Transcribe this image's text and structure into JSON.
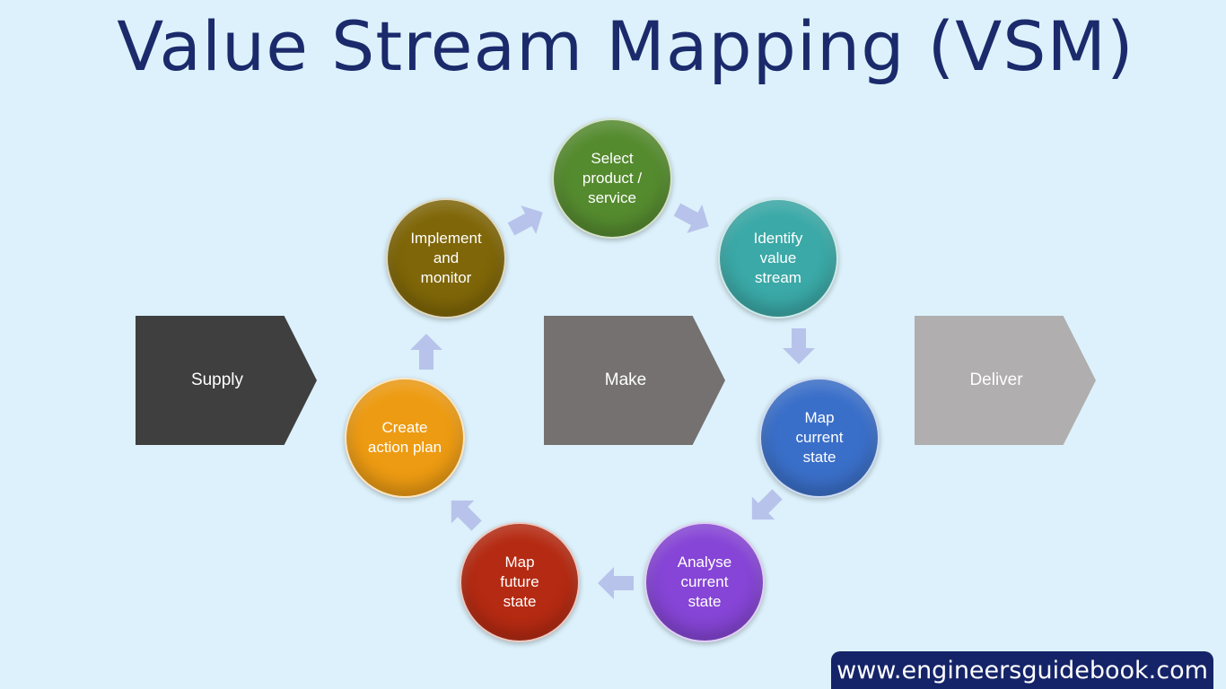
{
  "title": "Value Stream Mapping (VSM)",
  "chevrons": [
    {
      "label": "Supply",
      "color": "#3f3f3f"
    },
    {
      "label": "Make",
      "color": "#757171"
    },
    {
      "label": "Deliver",
      "color": "#b0aeae"
    }
  ],
  "cycle": [
    {
      "label": "Select\nproduct /\nservice",
      "color": "#558b2f"
    },
    {
      "label": "Identify\nvalue\nstream",
      "color": "#3aa9a7"
    },
    {
      "label": "Map\ncurrent\nstate",
      "color": "#3a6fc9"
    },
    {
      "label": "Analyse\ncurrent\nstate",
      "color": "#8645d6"
    },
    {
      "label": "Map\nfuture\nstate",
      "color": "#b52a12"
    },
    {
      "label": "Create\naction plan",
      "color": "#ed9b12"
    },
    {
      "label": "Implement\nand\nmonitor",
      "color": "#7f6608"
    }
  ],
  "arrow_color": "#b8c3eb",
  "website": "www.engineersguidebook.com",
  "colors": {
    "background": "#dcf1fb",
    "title": "#1b2a6b",
    "badge": "#152468"
  }
}
